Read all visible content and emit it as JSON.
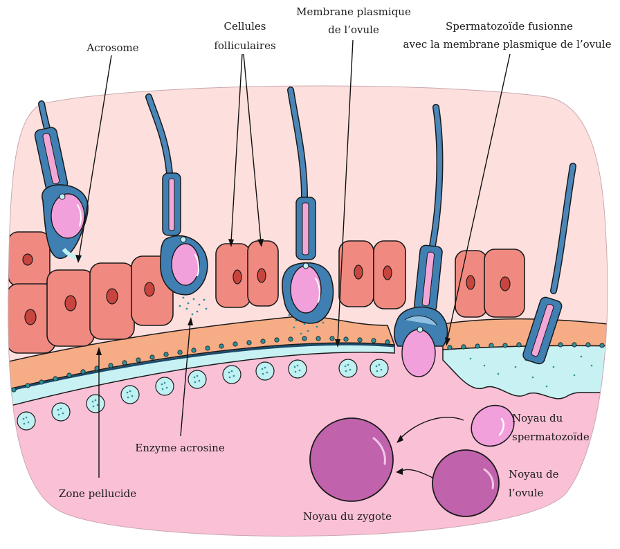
{
  "labels": {
    "acrosome": "Acrosome",
    "follicular_line1": "Cellules",
    "follicular_line2": "folliculaires",
    "membrane_line1": "Membrane plasmique",
    "membrane_line2": "de l’ovule",
    "fusion_line1": "Spermatozoïde fusionne",
    "fusion_line2": "avec la membrane plasmique de l’ovule",
    "enzyme": "Enzyme acrosine",
    "zona": "Zone pellucide",
    "sperm_nucleus_line1": "Noyau du",
    "sperm_nucleus_line2": "spermatozoïde",
    "egg_nucleus_line1": "Noyau de",
    "egg_nucleus_line2": "l’ovule",
    "zygote": "Noyau du zygote"
  },
  "colors": {
    "background_light_pink": "#fde0de",
    "cytoplasm_pink": "#f9c0d6",
    "follicle_cell": "#f08a80",
    "zona_orange": "#f6ad86",
    "membrane_light_blue": "#c8f1f4",
    "sperm_blue": "#3f7fb2",
    "sperm_head_pink": "#f2a0dc",
    "nucleus_purple": "#c062ac"
  }
}
